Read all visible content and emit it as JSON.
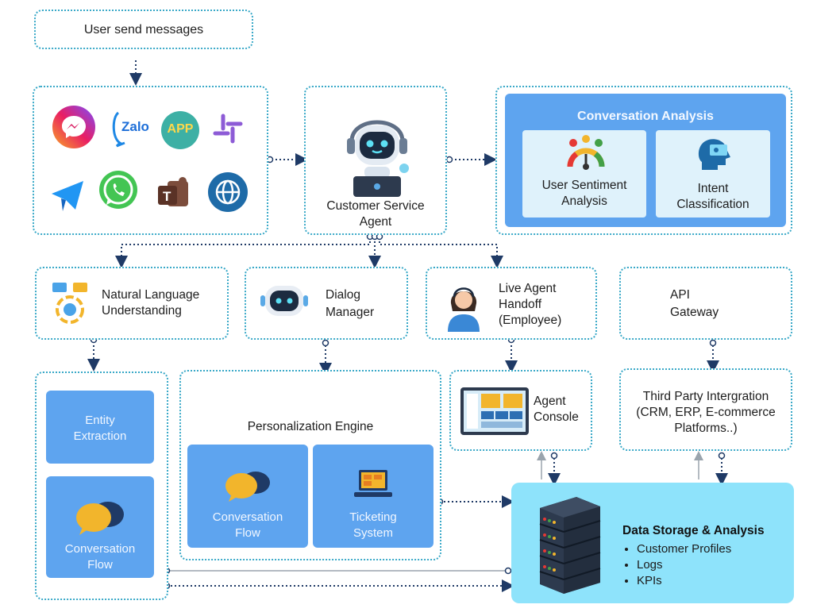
{
  "top": {
    "user_send": "User send messages"
  },
  "channels": {
    "items": [
      "messenger-icon",
      "zalo-icon",
      "app-icon",
      "slack-icon",
      "telegram-icon",
      "whatsapp-icon",
      "teams-icon",
      "web-icon"
    ],
    "zalo_text": "Zalo",
    "app_text": "APP"
  },
  "agent": {
    "line1": "Customer Service",
    "line2": "Agent"
  },
  "analysis": {
    "title": "Conversation Analysis",
    "sentiment": {
      "line1": "User Sentiment",
      "line2": "Analysis"
    },
    "intent": {
      "line1": "Intent",
      "line2": "Classification"
    }
  },
  "nlu": {
    "line1": "Natural Language",
    "line2": "Understanding"
  },
  "dialog": {
    "line1": "Dialog",
    "line2": "Manager"
  },
  "handoff": {
    "line1": "Live Agent",
    "line2": "Handoff",
    "line3": "(Employee)"
  },
  "api": {
    "line1": "API",
    "line2": "Gateway"
  },
  "left_col": {
    "entity": {
      "line1": "Entity",
      "line2": "Extraction"
    },
    "flow": {
      "line1": "Conversation",
      "line2": "Flow"
    }
  },
  "personalization": {
    "title": "Personalization Engine",
    "flow": {
      "line1": "Conversation",
      "line2": "Flow"
    },
    "ticket": {
      "line1": "Ticketing",
      "line2": "System"
    }
  },
  "console": {
    "line1": "Agent",
    "line2": "Console"
  },
  "third_party": {
    "line1": "Third Party Intergration",
    "line2": "(CRM, ERP, E-commerce",
    "line3": "Platforms..)"
  },
  "storage": {
    "title": "Data Storage & Analysis",
    "items": [
      "Customer Profiles",
      "Logs",
      "KPIs"
    ]
  },
  "colors": {
    "dotted_border": "#3aa9c8",
    "connector": "#1f3a66",
    "blue_block": "#5ea4ef",
    "storage_bg": "#8ee3fb"
  }
}
